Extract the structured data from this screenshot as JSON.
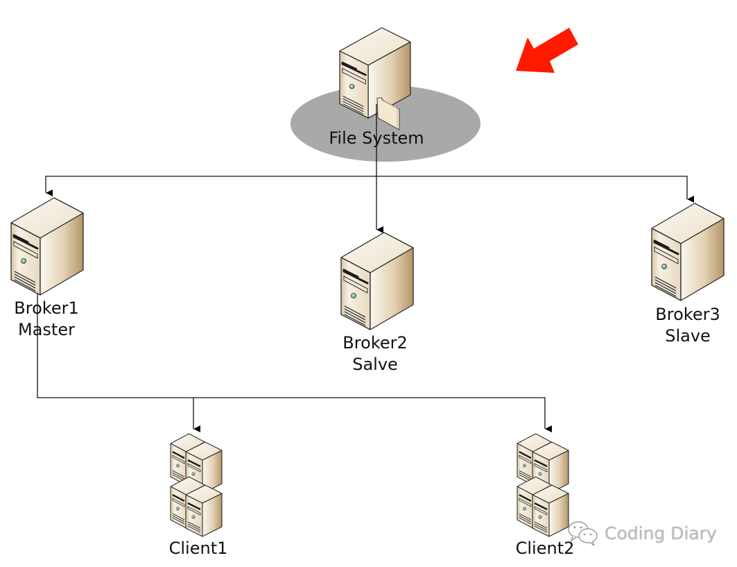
{
  "diagram": {
    "title": "Shared file system master-slave broker architecture",
    "colors": {
      "server_front_light": "#f7f1e6",
      "server_front_dark": "#e4d4b6",
      "server_side_light": "#f3ebdc",
      "server_side_dark": "#c2a77e",
      "server_top": "#f6efe3",
      "ellipse": "#a8a8a8",
      "arrow_red": "#ff1a00",
      "line": "#111111",
      "led": "#7fb6a4"
    },
    "nodes": {
      "file_system": {
        "label": "File System",
        "icon": "file-server-icon"
      },
      "broker1": {
        "line1": "Broker1",
        "line2": "Master",
        "icon": "server-tower-icon"
      },
      "broker2": {
        "line1": "Broker2",
        "line2": "Salve",
        "icon": "server-tower-icon"
      },
      "broker3": {
        "line1": "Broker3",
        "line2": "Slave",
        "icon": "server-tower-icon"
      },
      "client1": {
        "label": "Client1",
        "icon": "server-cluster-icon"
      },
      "client2": {
        "label": "Client2",
        "icon": "server-cluster-icon"
      }
    },
    "edges": [
      {
        "from": "File System",
        "to": "Broker1"
      },
      {
        "from": "File System",
        "to": "Broker2"
      },
      {
        "from": "File System",
        "to": "Broker3"
      },
      {
        "from": "Broker1",
        "to": "Client1"
      },
      {
        "from": "Broker1",
        "to": "Client2"
      }
    ],
    "annotation": {
      "icon": "red-arrow-icon",
      "points_to": "File System"
    }
  },
  "watermark": {
    "text": "Coding Diary",
    "icon": "wechat-icon"
  }
}
